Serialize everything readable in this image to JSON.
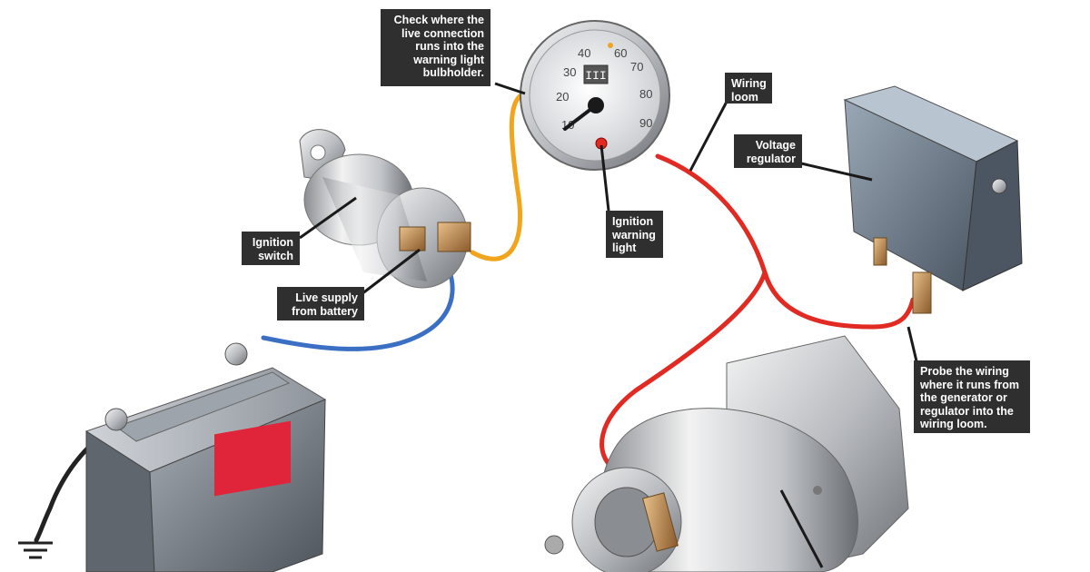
{
  "labels": {
    "check_live": "Check where the\nlive connection\nruns into the\nwarning light\nbulbholder.",
    "wiring_loom": "Wiring\nloom",
    "voltage_regulator": "Voltage\nregulator",
    "ignition_switch": "Ignition\nswitch",
    "ignition_warning_light": "Ignition\nwarning\nlight",
    "live_supply": "Live supply\nfrom battery",
    "probe_wiring": "Probe the wiring\nwhere it runs from\nthe generator or\nregulator into the\nwiring loom."
  },
  "gauge": {
    "ticks": [
      "10",
      "20",
      "30",
      "40",
      "60",
      "70",
      "80",
      "90"
    ],
    "odometer": "III"
  },
  "colors": {
    "live_wire": "#f2a41c",
    "battery_wire": "#3b6fc4",
    "loom_wire": "#e12a22",
    "label_bg": "#2f2f2f",
    "battery_tag": "#e0243a"
  }
}
